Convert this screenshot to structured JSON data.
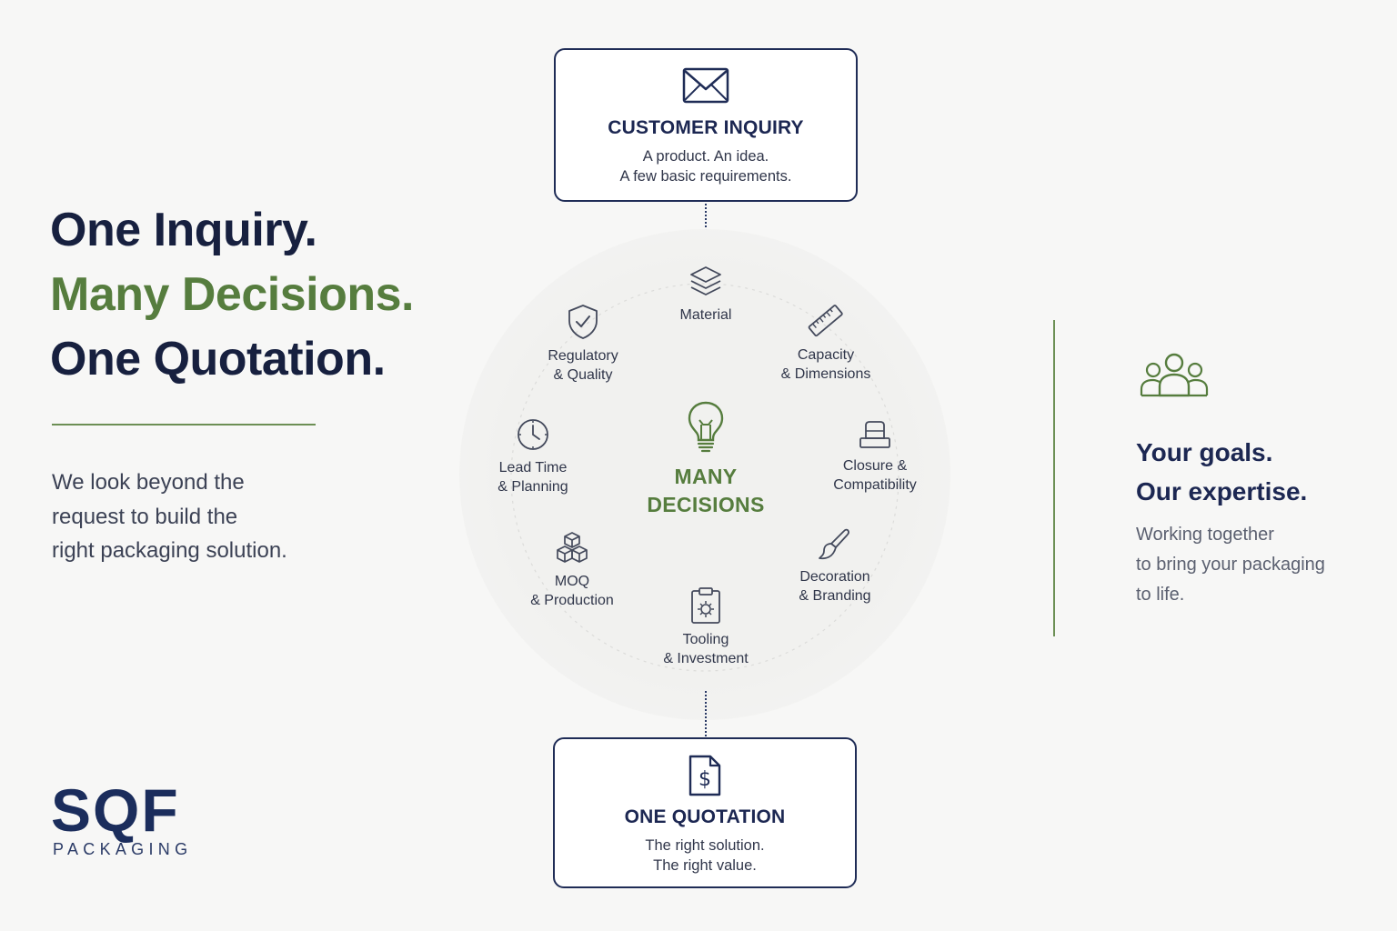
{
  "headline": {
    "line1": "One Inquiry.",
    "line2": "Many Decisions.",
    "line3": "One Quotation."
  },
  "intro": {
    "line1": "We look beyond the",
    "line2": "request to build the",
    "line3": "right packaging solution."
  },
  "logo": {
    "mark": "SQF",
    "sub": "PACKAGING"
  },
  "inquiry": {
    "title": "CUSTOMER INQUIRY",
    "line1": "A product. An idea.",
    "line2": "A few basic requirements.",
    "icon": "envelope-icon"
  },
  "quotation": {
    "title": "ONE QUOTATION",
    "line1": "The right solution.",
    "line2": "The right value.",
    "icon": "dollar-document-icon"
  },
  "center": {
    "line1": "MANY",
    "line2": "DECISIONS",
    "icon": "lightbulb-icon"
  },
  "decisions": {
    "material": {
      "line1": "Material",
      "icon": "layers-icon"
    },
    "capacity": {
      "line1": "Capacity",
      "line2": "& Dimensions",
      "icon": "ruler-icon"
    },
    "closure": {
      "line1": "Closure &",
      "line2": "Compatibility",
      "icon": "cap-icon"
    },
    "decoration": {
      "line1": "Decoration",
      "line2": "& Branding",
      "icon": "brush-icon"
    },
    "tooling": {
      "line1": "Tooling",
      "line2": "& Investment",
      "icon": "clipboard-icon"
    },
    "moq": {
      "line1": "MOQ",
      "line2": "& Production",
      "icon": "boxes-icon"
    },
    "leadtime": {
      "line1": "Lead Time",
      "line2": "& Planning",
      "icon": "clock-icon"
    },
    "regulatory": {
      "line1": "Regulatory",
      "line2": "& Quality",
      "icon": "shield-check-icon"
    }
  },
  "expertise": {
    "title1": "Your goals.",
    "title2": "Our expertise.",
    "body1": "Working together",
    "body2": "to bring your packaging",
    "body3": "to life.",
    "icon": "team-icon"
  },
  "colors": {
    "navy": "#1c2752",
    "green": "#567d3e",
    "background": "#f7f7f6"
  }
}
